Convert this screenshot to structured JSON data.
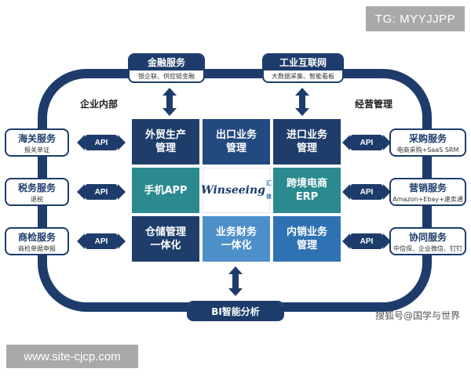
{
  "overlays": {
    "tg": "TG: MYYJJPP",
    "site": "www.site-cjcp.com",
    "watermark": "搜狐号@国学与世界"
  },
  "sections": {
    "internal": "企业内部",
    "operations": "经营管理"
  },
  "top_services": [
    {
      "title": "金融服务",
      "subtitle": "银企联、供应链金融"
    },
    {
      "title": "工业互联网",
      "subtitle": "大数据采集、智能看板"
    }
  ],
  "left_services": [
    {
      "title": "海关服务",
      "subtitle": "报关单证"
    },
    {
      "title": "税务服务",
      "subtitle": "退税"
    },
    {
      "title": "商检服务",
      "subtitle": "商检单据申报"
    }
  ],
  "right_services": [
    {
      "title": "采购服务",
      "subtitle": "电商采购+SaaS SRM"
    },
    {
      "title": "营销服务",
      "subtitle": "Amazon+Ebay+速卖通"
    },
    {
      "title": "协同服务",
      "subtitle": "中信保、企业微信、钉钉"
    }
  ],
  "api_label": "API",
  "grid": {
    "r1c1": "外贸生产\n管理",
    "r1c2": "出口业务\n管理",
    "r1c3": "进口业务\n管理",
    "r2c1": "手机APP",
    "r2c2_logo": "Winseeing",
    "r2c2_logo_sub": "汇信",
    "r2c3": "跨境电商\nERP",
    "r3c1": "仓储管理\n一体化",
    "r3c2": "业务财务\n一体化",
    "r3c3": "内销业务\n管理"
  },
  "bottom_service": {
    "title": "BI智能分析"
  },
  "colors": {
    "navy": "#1d3c6b",
    "teal": "#2a8a8f",
    "blue": "#2f72b3",
    "light_blue": "#4d8fc9"
  }
}
